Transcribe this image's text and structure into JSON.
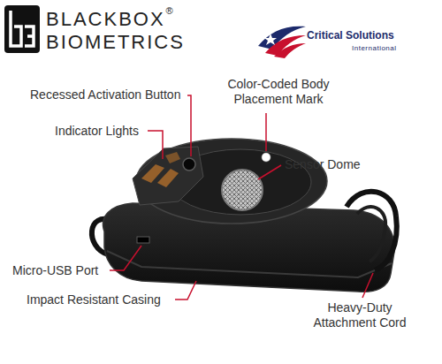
{
  "diagram": {
    "labels": [
      "BLACKBOX",
      "®",
      "BIOMETRICS",
      "Critical Solutions",
      "International",
      "Recessed Activation Button",
      "Color-Coded Body Placement Mark",
      "Indicator Lights",
      "Sensor Dome",
      "Micro-USB Port",
      "Impact Resistant Casing",
      "Heavy-Duty Attachment Cord"
    ]
  }
}
